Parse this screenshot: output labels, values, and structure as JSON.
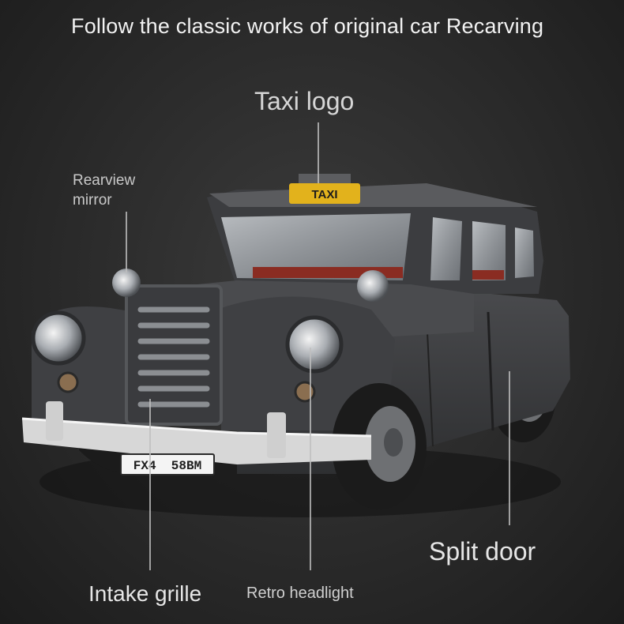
{
  "headline": "Follow the classic works of original car Recarving",
  "callouts": {
    "taxi_logo": "Taxi logo",
    "rearview_mirror_line1": "Rearview",
    "rearview_mirror_line2": "mirror",
    "split_door": "Split door",
    "intake_grille": "Intake grille",
    "retro_headlight": "Retro headlight"
  },
  "car": {
    "roof_sign": "TAXI",
    "license_plate": "FX4  58BM"
  },
  "colors": {
    "body": "#3a3b3d",
    "roof_sign": "#e2b21c",
    "bumper": "#d7d7d7",
    "interior": "#8a2c22",
    "callout_line": "#bfbfbf"
  }
}
